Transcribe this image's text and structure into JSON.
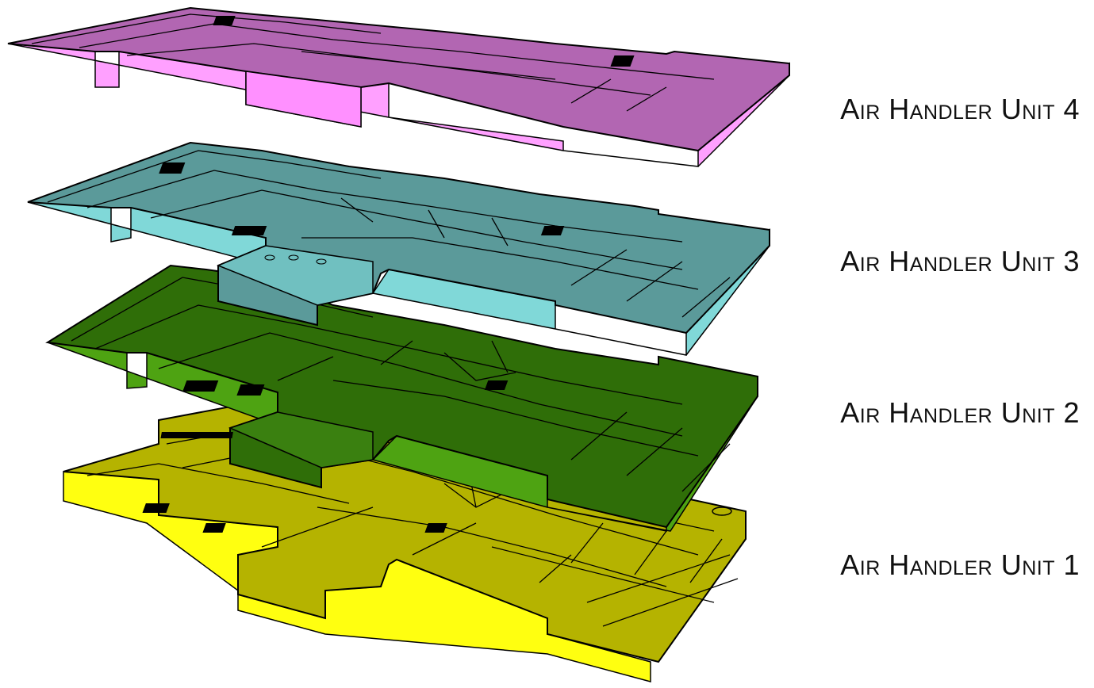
{
  "floors": [
    {
      "label": "Air Handler Unit 4",
      "top": "#b266b2",
      "side": "#ffa0ff",
      "edge": "#cc80cc"
    },
    {
      "label": "Air Handler Unit 3",
      "top": "#5b9a9a",
      "side": "#80d8d8",
      "edge": "#6ab4b4"
    },
    {
      "label": "Air Handler Unit 2",
      "top": "#2f6e08",
      "side": "#4ea312",
      "edge": "#3c8a0c"
    },
    {
      "label": "Air Handler Unit 1",
      "top": "#b5b300",
      "side": "#ffff10",
      "edge": "#dddd00"
    }
  ]
}
